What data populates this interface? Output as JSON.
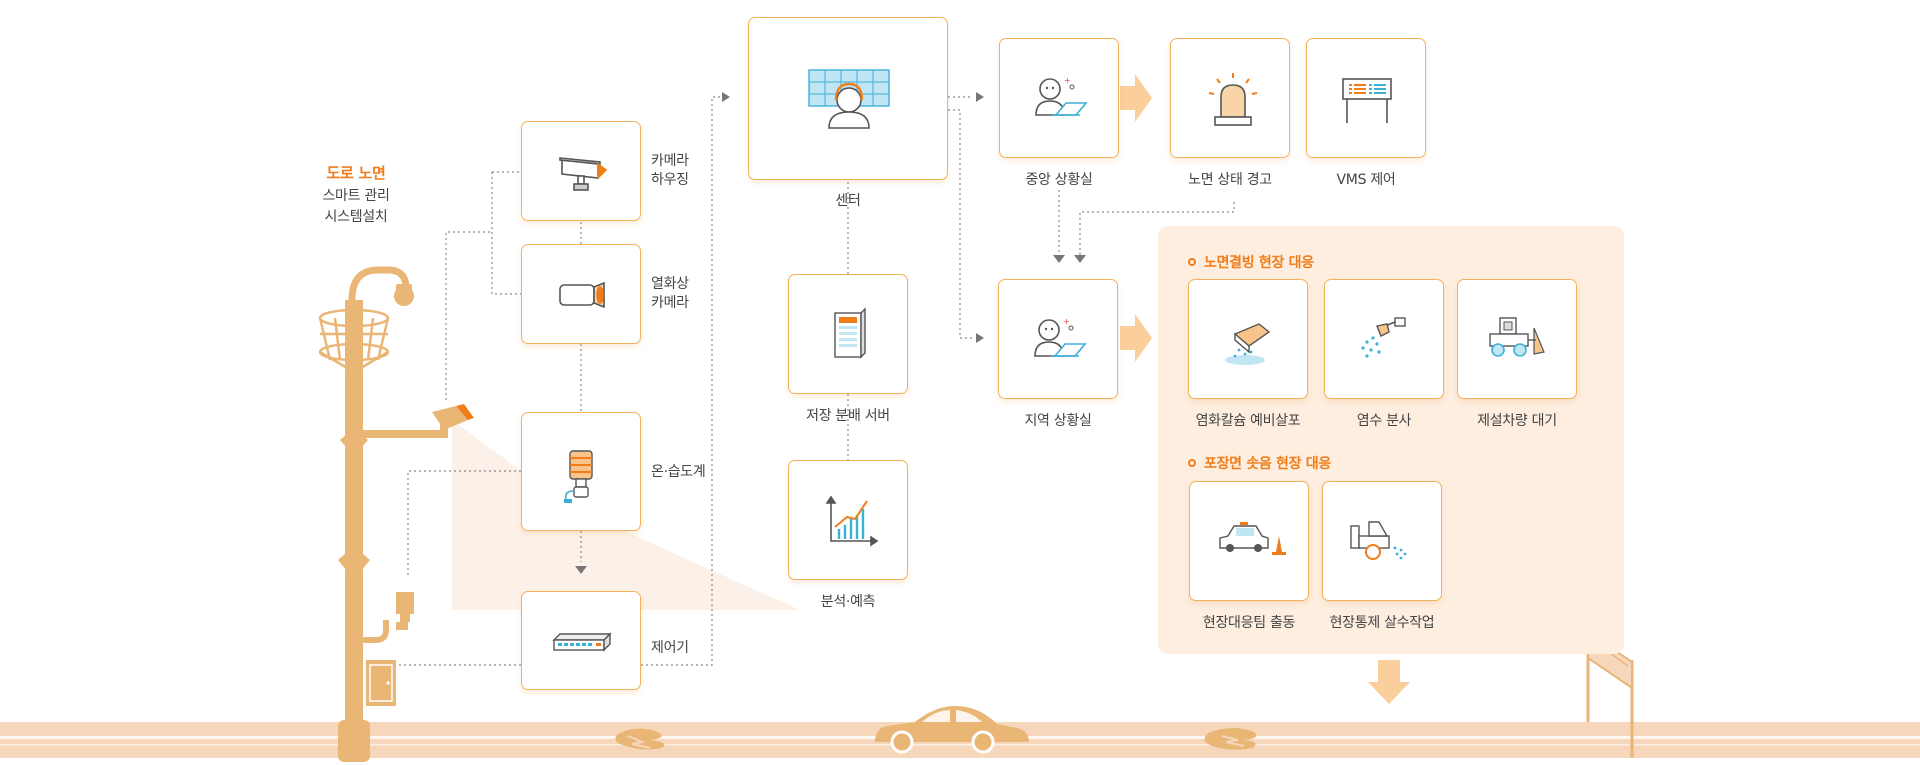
{
  "system_title": {
    "line1": "도로 노면",
    "line2": "스마트 관리",
    "line3": "시스템설치"
  },
  "devices": {
    "camera_housing": {
      "line1": "카메라",
      "line2": "하우징"
    },
    "thermal_camera": {
      "line1": "열화상",
      "line2": "카메라"
    },
    "thermo_hygrometer": "온·습도계",
    "controller": "제어기"
  },
  "center": "센터",
  "storage_server": "저장 분배 서버",
  "analysis": "분석·예측",
  "central_control_room": "중앙 상황실",
  "road_warning": "노면 상태 경고",
  "vms_control": "VMS 제어",
  "regional_control_room": "지역 상황실",
  "icing_response": {
    "title": "노면결빙 현장 대응",
    "items": [
      "염화칼슘 예비살포",
      "염수 분사",
      "제설차량 대기"
    ]
  },
  "pothole_response": {
    "title": "포장면 솟음 현장 대응",
    "items": [
      "현장대응팀 출동",
      "현장통제 살수작업"
    ]
  },
  "colors": {
    "accent": "#f07d1a",
    "box_border": "#f3b25a",
    "pole": "#eab676",
    "panel": "#fdeee0",
    "road": "#f6d7bb"
  }
}
